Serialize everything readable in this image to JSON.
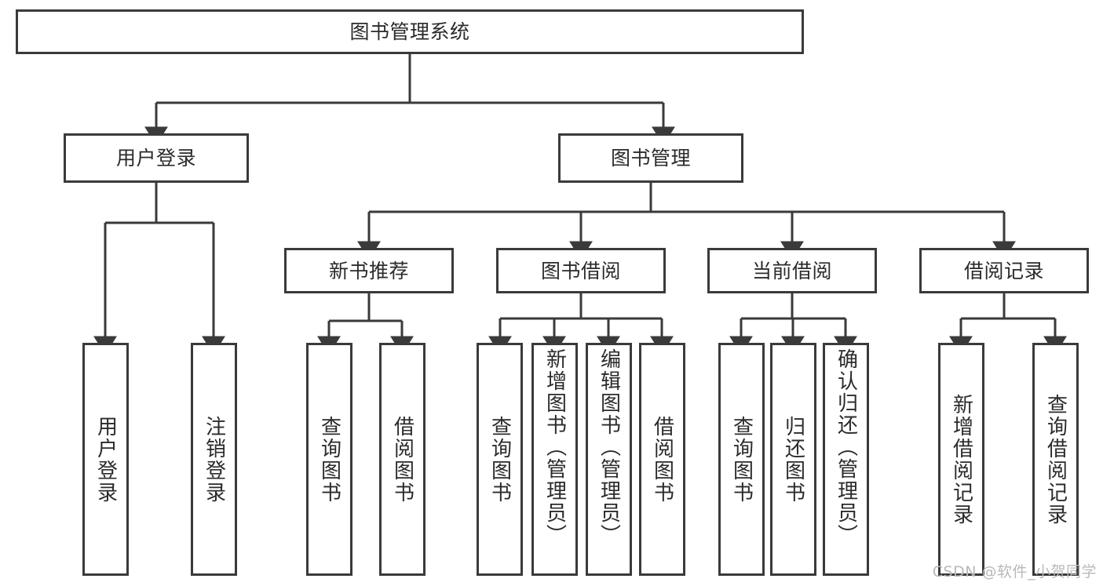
{
  "diagram": {
    "title": "图书管理系统",
    "type": "tree-hierarchy-chart",
    "colors": {
      "box_border": "#3a3a3a",
      "box_fill": "#ffffff",
      "edge": "#3a3a3a",
      "text": "#2b2b2b",
      "watermark": "#b9b9b9",
      "background": "#ffffff"
    },
    "root": {
      "label": "图书管理系统"
    },
    "level2": [
      {
        "label": "用户登录"
      },
      {
        "label": "图书管理"
      }
    ],
    "level3": [
      {
        "label": "新书推荐"
      },
      {
        "label": "图书借阅"
      },
      {
        "label": "当前借阅"
      },
      {
        "label": "借阅记录"
      }
    ],
    "leaves": {
      "user_login": [
        {
          "label": "用户登录"
        },
        {
          "label": "注销登录"
        }
      ],
      "new_book_recommend": [
        {
          "label": "查询图书"
        },
        {
          "label": "借阅图书"
        }
      ],
      "book_borrow": [
        {
          "label": "查询图书"
        },
        {
          "label": "新增图书（管理员）"
        },
        {
          "label": "编辑图书（管理员）"
        },
        {
          "label": "借阅图书"
        }
      ],
      "current_borrow": [
        {
          "label": "查询图书"
        },
        {
          "label": "归还图书"
        },
        {
          "label": "确认归还（管理员）"
        }
      ],
      "borrow_record": [
        {
          "label": "新增借阅记录"
        },
        {
          "label": "查询借阅记录"
        }
      ]
    }
  },
  "watermark": {
    "text": "CSDN @软件_小贺同学"
  }
}
